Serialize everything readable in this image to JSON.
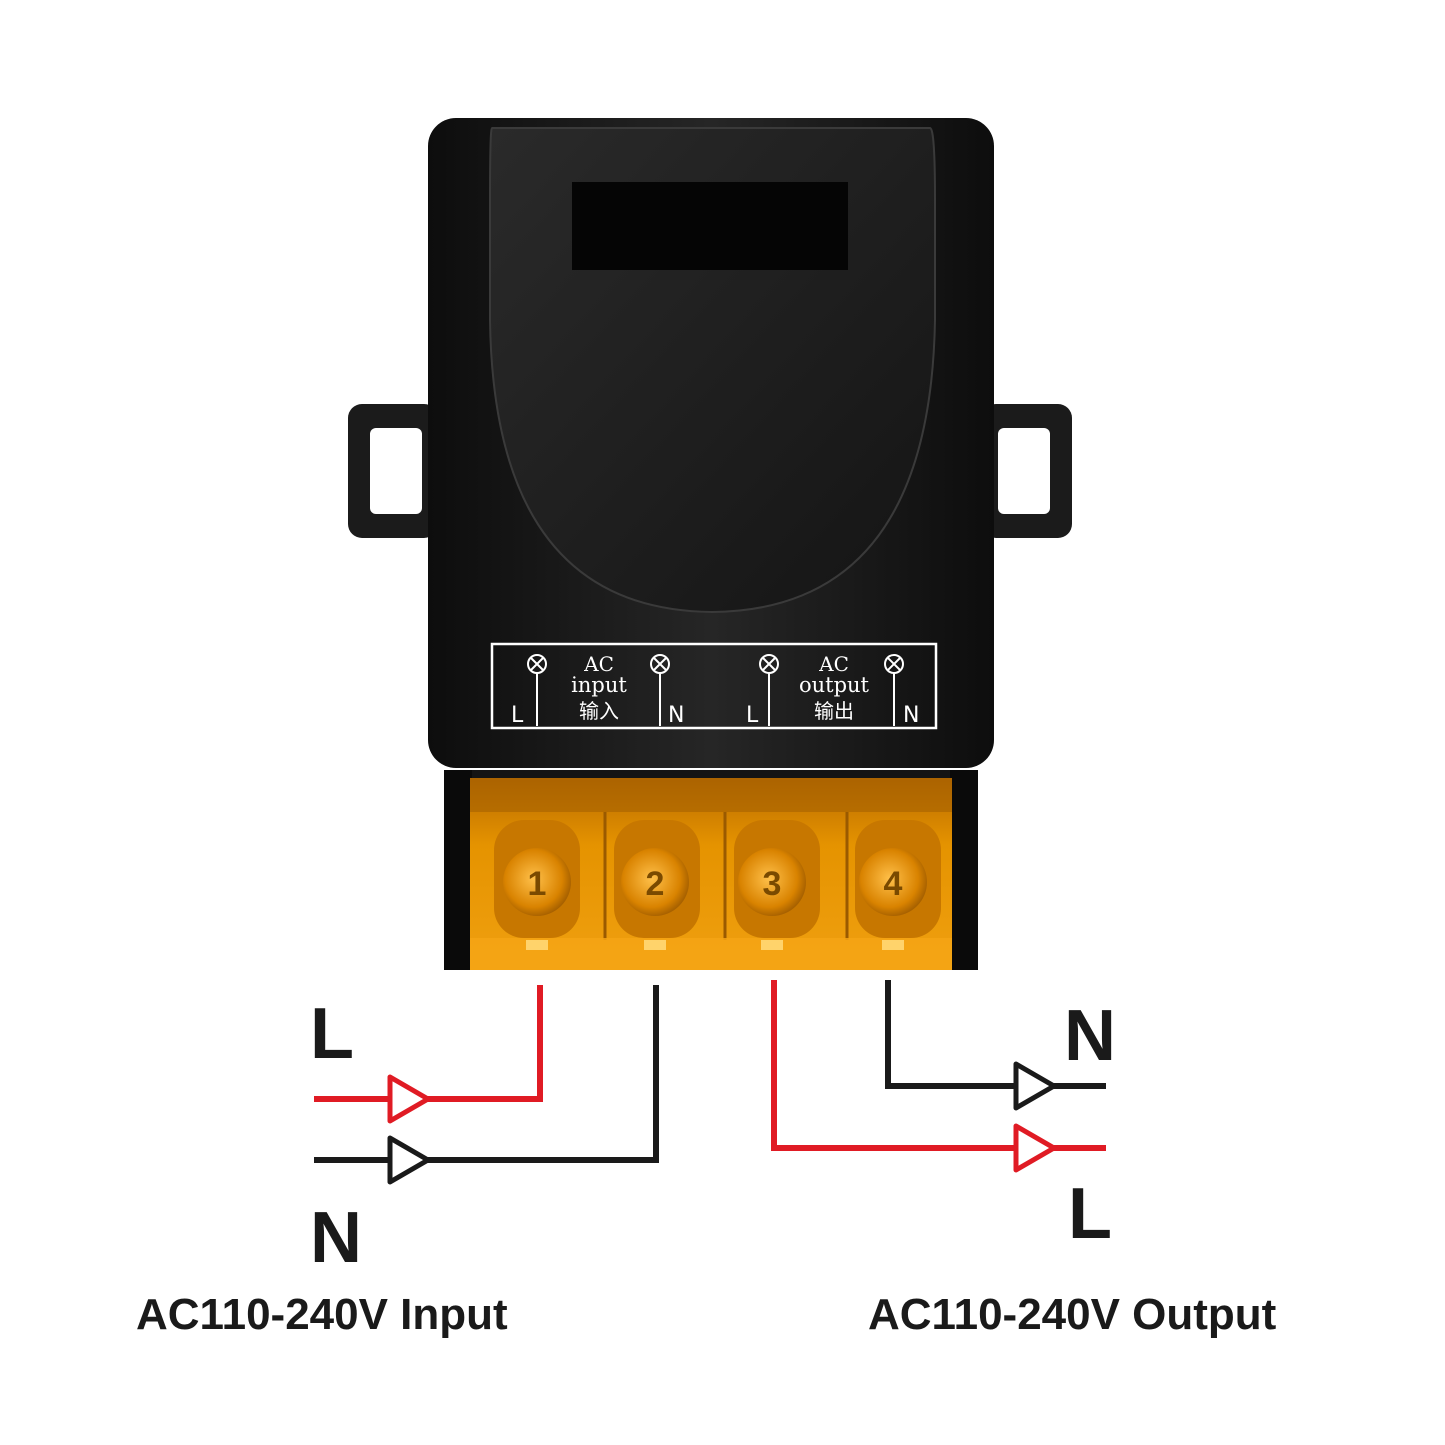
{
  "device": {
    "panel": {
      "input_group": {
        "line1": "AC",
        "line2": "input",
        "line3": "输入",
        "left_terminal": "L",
        "right_terminal": "N"
      },
      "output_group": {
        "line1": "AC",
        "line2": "output",
        "line3": "输出",
        "left_terminal": "L",
        "right_terminal": "N"
      }
    },
    "terminals": [
      "1",
      "2",
      "3",
      "4"
    ]
  },
  "wiring": {
    "input_L": "L",
    "input_N": "N",
    "output_N": "N",
    "output_L": "L"
  },
  "captions": {
    "input": "AC110-240V Input",
    "output": "AC110-240V Output"
  },
  "colors": {
    "housing": "#1b1b1b",
    "terminal_cover": "#e08a00",
    "live_wire": "#e01b24",
    "neutral_wire": "#1a1a1a"
  }
}
